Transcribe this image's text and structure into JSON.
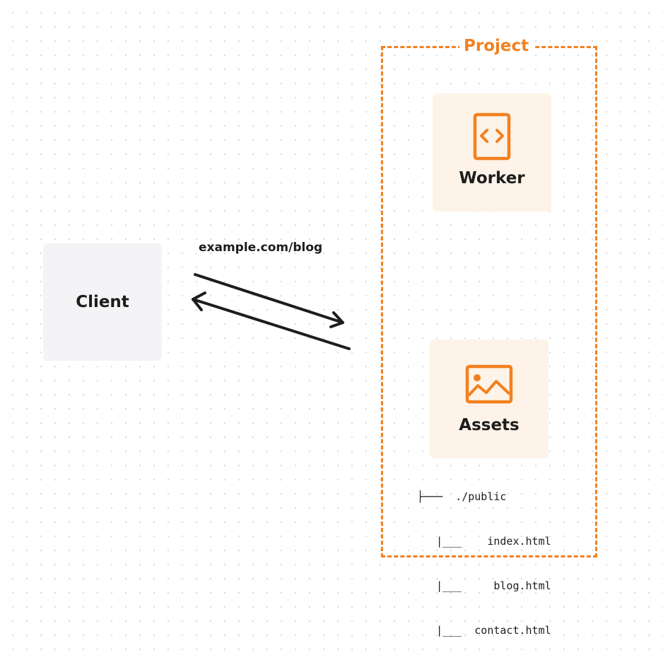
{
  "project": {
    "title": "Project"
  },
  "client": {
    "label": "Client"
  },
  "worker": {
    "label": "Worker",
    "icon": "code-file-icon"
  },
  "assets": {
    "label": "Assets",
    "icon": "image-icon"
  },
  "request": {
    "url": "example.com/blog"
  },
  "file_tree": [
    "├───  ./public",
    "   |___    index.html",
    "   |___     blog.html",
    "   |___  contact.html"
  ],
  "colors": {
    "accent": "#f38020",
    "client_bg": "#f4f4f6",
    "node_bg": "#fdf3e8",
    "text": "#1d1d1d"
  }
}
